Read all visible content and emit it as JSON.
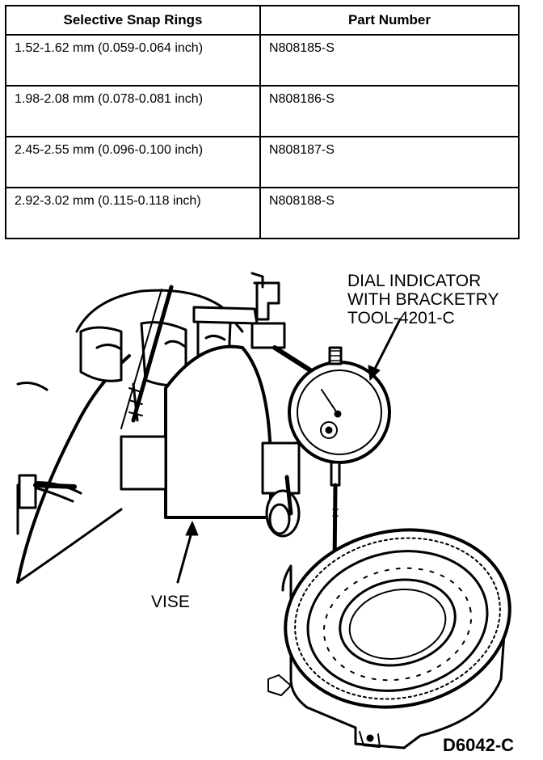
{
  "table": {
    "headers": [
      "Selective Snap Rings",
      "Part Number"
    ],
    "rows": [
      {
        "size": "1.52-1.62 mm (0.059-0.064 inch)",
        "part": "N808185-S"
      },
      {
        "size": "1.98-2.08 mm (0.078-0.081 inch)",
        "part": "N808186-S"
      },
      {
        "size": "2.45-2.55 mm (0.096-0.100 inch)",
        "part": "N808187-S"
      },
      {
        "size": "2.92-3.02 mm (0.115-0.118 inch)",
        "part": "N808188-S"
      }
    ]
  },
  "figure": {
    "dial_label": "DIAL INDICATOR\nWITH BRACKETRY\nTOOL-4201-C",
    "vise_label": "VISE",
    "figure_id": "D6042-C"
  }
}
